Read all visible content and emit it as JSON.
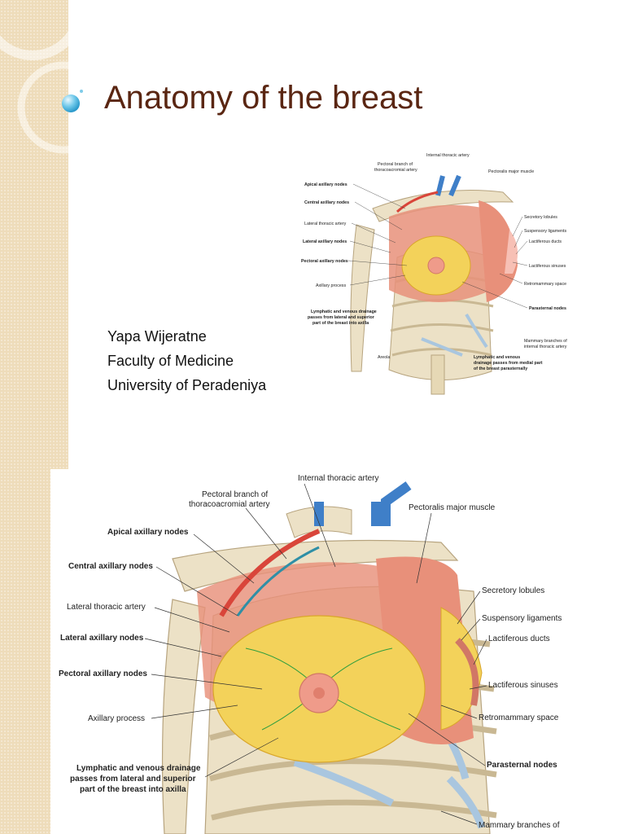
{
  "slide": {
    "title": "Anatomy of the breast",
    "author": {
      "name": "Yapa Wijeratne",
      "faculty": "Faculty of Medicine",
      "university": "University of Peradeniya"
    }
  },
  "figure": {
    "labels": {
      "internal_thoracic_artery": "Internal thoracic artery",
      "pectoral_branch_1": "Pectoral branch of",
      "pectoral_branch_2": "thoracoacromial artery",
      "pectoralis_major": "Pectoralis major muscle",
      "apical_nodes": "Apical axillary nodes",
      "central_nodes": "Central axillary nodes",
      "lateral_thoracic": "Lateral thoracic artery",
      "lateral_nodes": "Lateral axillary nodes",
      "pectoral_nodes": "Pectoral axillary nodes",
      "axillary_process": "Axillary process",
      "drainage_1": "Lymphatic and venous drainage",
      "drainage_2": "passes from lateral and superior",
      "drainage_3": "part of the breast into axilla",
      "secretory_lobules": "Secretory lobules",
      "suspensory": "Suspensory ligaments",
      "lactiferous_ducts": "Lactiferous ducts",
      "lactiferous_sinuses": "Lactiferous sinuses",
      "retromammary": "Retromammary space",
      "parasternal": "Parasternal nodes",
      "mammary_1": "Mammary branches of",
      "mammary_2": "internal thoracic artery",
      "areola": "Areola",
      "medial_1": "Lymphatic and venous",
      "medial_2": "drainage passes from medial part",
      "medial_3": "of the breast parasternally"
    }
  },
  "colors": {
    "title": "#5a2612",
    "sidebar": "#eedcba",
    "muscle": "#e8907a",
    "bone": "#ece1c6",
    "gland": "#f3d25a",
    "artery": "#d9453a",
    "vein": "#3f7fc8",
    "cartilage": "#a9c6df"
  }
}
